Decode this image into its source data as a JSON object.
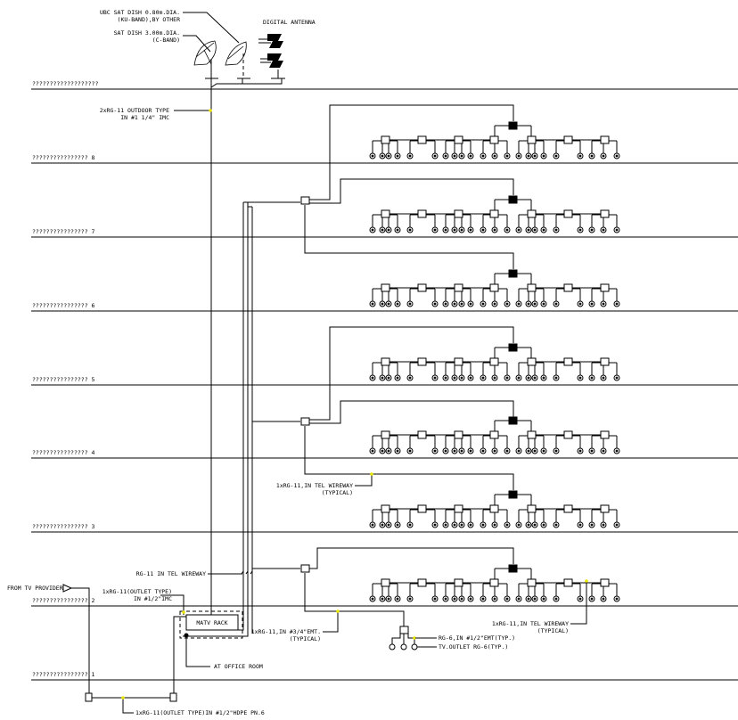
{
  "floors": [
    {
      "label": "???????????????????"
    },
    {
      "label": "???????????????? 8"
    },
    {
      "label": "???????????????? 7"
    },
    {
      "label": "???????????????? 6"
    },
    {
      "label": "???????????????? 5"
    },
    {
      "label": "???????????????? 4"
    },
    {
      "label": "???????????????? 3"
    },
    {
      "label": "???????????????? 2"
    },
    {
      "label": "???????????????? 1"
    }
  ],
  "labels": {
    "ubc_dish_1": "UBC SAT DISH 0.80m.DIA.",
    "ubc_dish_2": "(KU-BAND),BY OTHER",
    "sat_dish_1": "SAT DISH 3.00m.DIA.",
    "sat_dish_2": "(C-BAND)",
    "digital_antenna": "DIGITAL ANTENNA",
    "outdoor_1": "2xRG-11 OUTDOOR TYPE",
    "outdoor_2": "IN #1 1/4\" IMC",
    "wireway_typ_1": "1xRG-11,IN TEL WIREWAY",
    "wireway_typ_2": "(TYPICAL)",
    "rg11_wireway": "RG-11 IN TEL WIREWAY",
    "from_provider": "FROM TV PROVIDER",
    "outlet_imc_1": "1xRG-11(OUTLET TYPE)",
    "outlet_imc_2": "IN #1/2\"IMC",
    "matv_rack": "MATV RACK",
    "emt_1": "1xRG-11,IN #3/4\"EMT.",
    "emt_2": "(TYPICAL)",
    "office_room": "AT OFFICE ROOM",
    "hdpe": "1xRG-11(OUTLET TYPE)IN #1/2\"HDPE PN.6",
    "rg6": "RG-6,IN #1/2\"EMT(TYP.)",
    "tv_outlet": "TV.OUTLET RG-6(TYP.)",
    "wireway_typ_b1": "1xRG-11,IN TEL WIREWAY",
    "wireway_typ_b2": "(TYPICAL)"
  },
  "icons": {
    "splitter": "splitter-icon",
    "tap": "tap-off-icon",
    "outlet": "tv-outlet-icon",
    "dish": "satellite-dish-icon",
    "antenna": "digital-antenna-icon"
  },
  "colors": {
    "line": "#000000",
    "marker": "#e8e800",
    "background": "#ffffff"
  }
}
